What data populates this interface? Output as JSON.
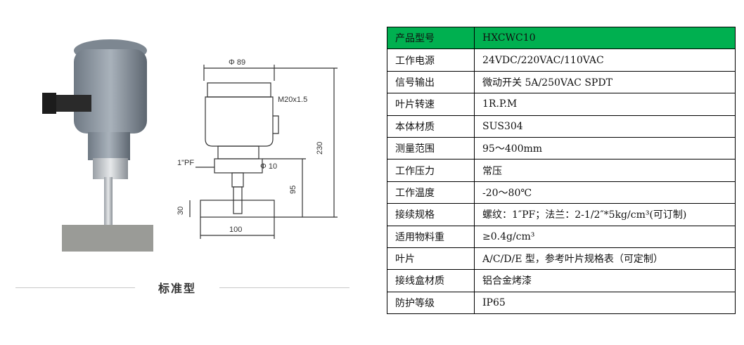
{
  "caption": "标准型",
  "drawing": {
    "dia_top": "Φ 89",
    "thread": "M20x1.5",
    "height_total": "230",
    "pf": "1\"PF",
    "dia_shaft": "Φ 10",
    "height_shaft": "95",
    "blade_h": "30",
    "blade_w": "100"
  },
  "spec": {
    "rows": [
      {
        "key": "产品型号",
        "value": "HXCWC10"
      },
      {
        "key": "工作电源",
        "value": "24VDC/220VAC/110VAC"
      },
      {
        "key": "信号输出",
        "value": "微动开关 5A/250VAC SPDT"
      },
      {
        "key": "叶片转速",
        "value": "1R.P.M"
      },
      {
        "key": "本体材质",
        "value": "SUS304"
      },
      {
        "key": "测量范围",
        "value": "95～400mm"
      },
      {
        "key": "工作压力",
        "value": "常压"
      },
      {
        "key": "工作温度",
        "value": "-20～80℃"
      },
      {
        "key": "接续规格",
        "value": "螺纹：1″PF；法兰：2-1/2″*5kg/cm³(可订制)"
      },
      {
        "key": "适用物料重",
        "value": "≥0.4g/cm³"
      },
      {
        "key": "叶片",
        "value": "A/C/D/E 型，参考叶片规格表（可定制）"
      },
      {
        "key": "接线盒材质",
        "value": "铝合金烤漆"
      },
      {
        "key": "防护等级",
        "value": "IP65"
      }
    ],
    "header_color": "#00b050"
  }
}
